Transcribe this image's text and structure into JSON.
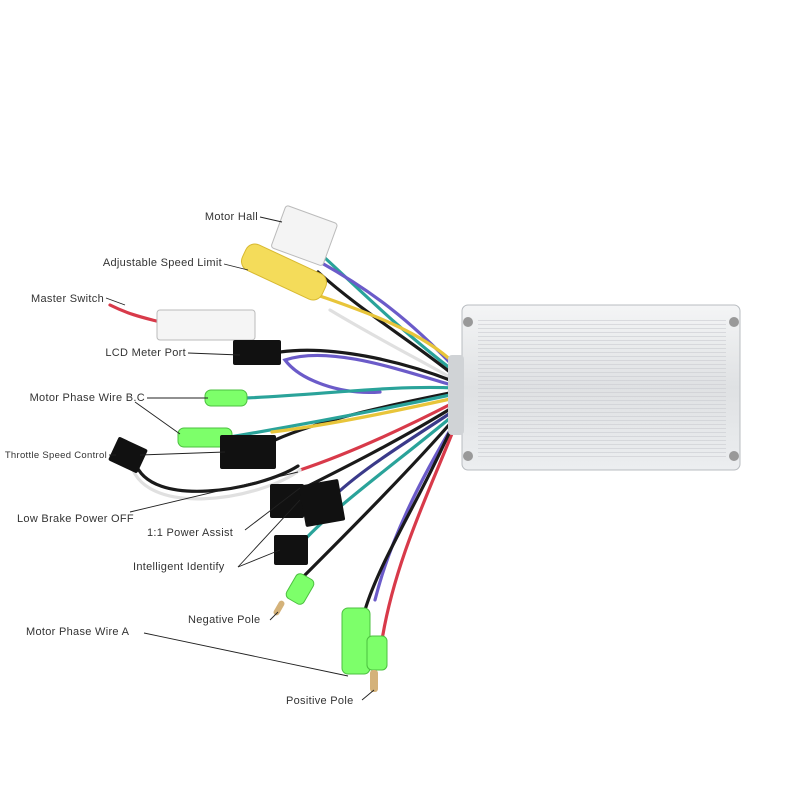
{
  "labels": {
    "motor_hall": "Motor Hall",
    "adjustable_speed_limit": "Adjustable Speed Limit",
    "master_switch": "Master Switch",
    "lcd_meter_port": "LCD Meter Port",
    "motor_phase_wire_bc": "Motor Phase Wire B.C",
    "throttle_speed_control": "Throttle Speed Control",
    "low_brake_power_off": "Low Brake Power OFF",
    "power_assist": "1:1 Power Assist",
    "intelligent_identify": "Intelligent Identify",
    "negative_pole": "Negative Pole",
    "motor_phase_wire_a": "Motor Phase Wire A",
    "positive_pole": "Positive Pole"
  },
  "colors": {
    "housing": "#e4e6e8",
    "phase_connector": "#7dff6a",
    "speed_limit_tube": "#f4dc5a",
    "wires": [
      "#1a1a1a",
      "#2aa39a",
      "#6b5bc9",
      "#e8c53a",
      "#d83a4a",
      "#3a3a8a",
      "#e0e0e0"
    ]
  }
}
